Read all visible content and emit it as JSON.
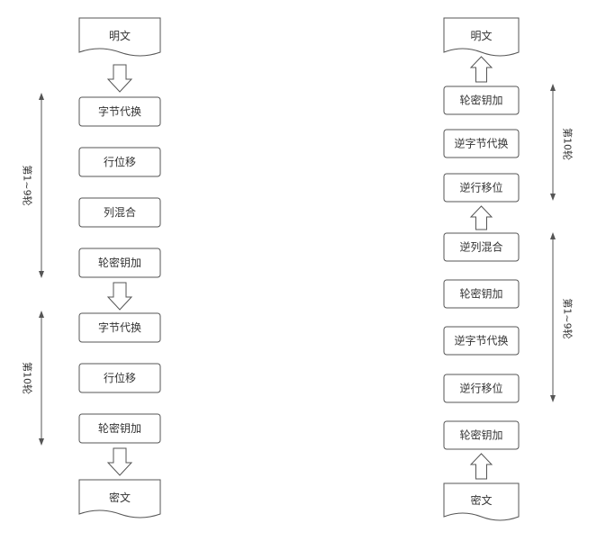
{
  "encryption": {
    "plaintext": "明文",
    "rounds_1_9": {
      "label": "第1~9轮",
      "steps": [
        "字节代换",
        "行位移",
        "列混合",
        "轮密钥加"
      ]
    },
    "round_10": {
      "label": "第10轮",
      "steps": [
        "字节代换",
        "行位移",
        "轮密钥加"
      ]
    },
    "ciphertext": "密文"
  },
  "decryption": {
    "plaintext": "明文",
    "round_10": {
      "label": "第10轮",
      "steps": [
        "轮密钥加",
        "逆字节代换",
        "逆行移位"
      ]
    },
    "rounds_1_9": {
      "label": "第1~9轮",
      "steps": [
        "逆列混合",
        "轮密钥加",
        "逆字节代换",
        "逆行移位"
      ]
    },
    "initial_step": "轮密钥加",
    "ciphertext": "密文"
  }
}
